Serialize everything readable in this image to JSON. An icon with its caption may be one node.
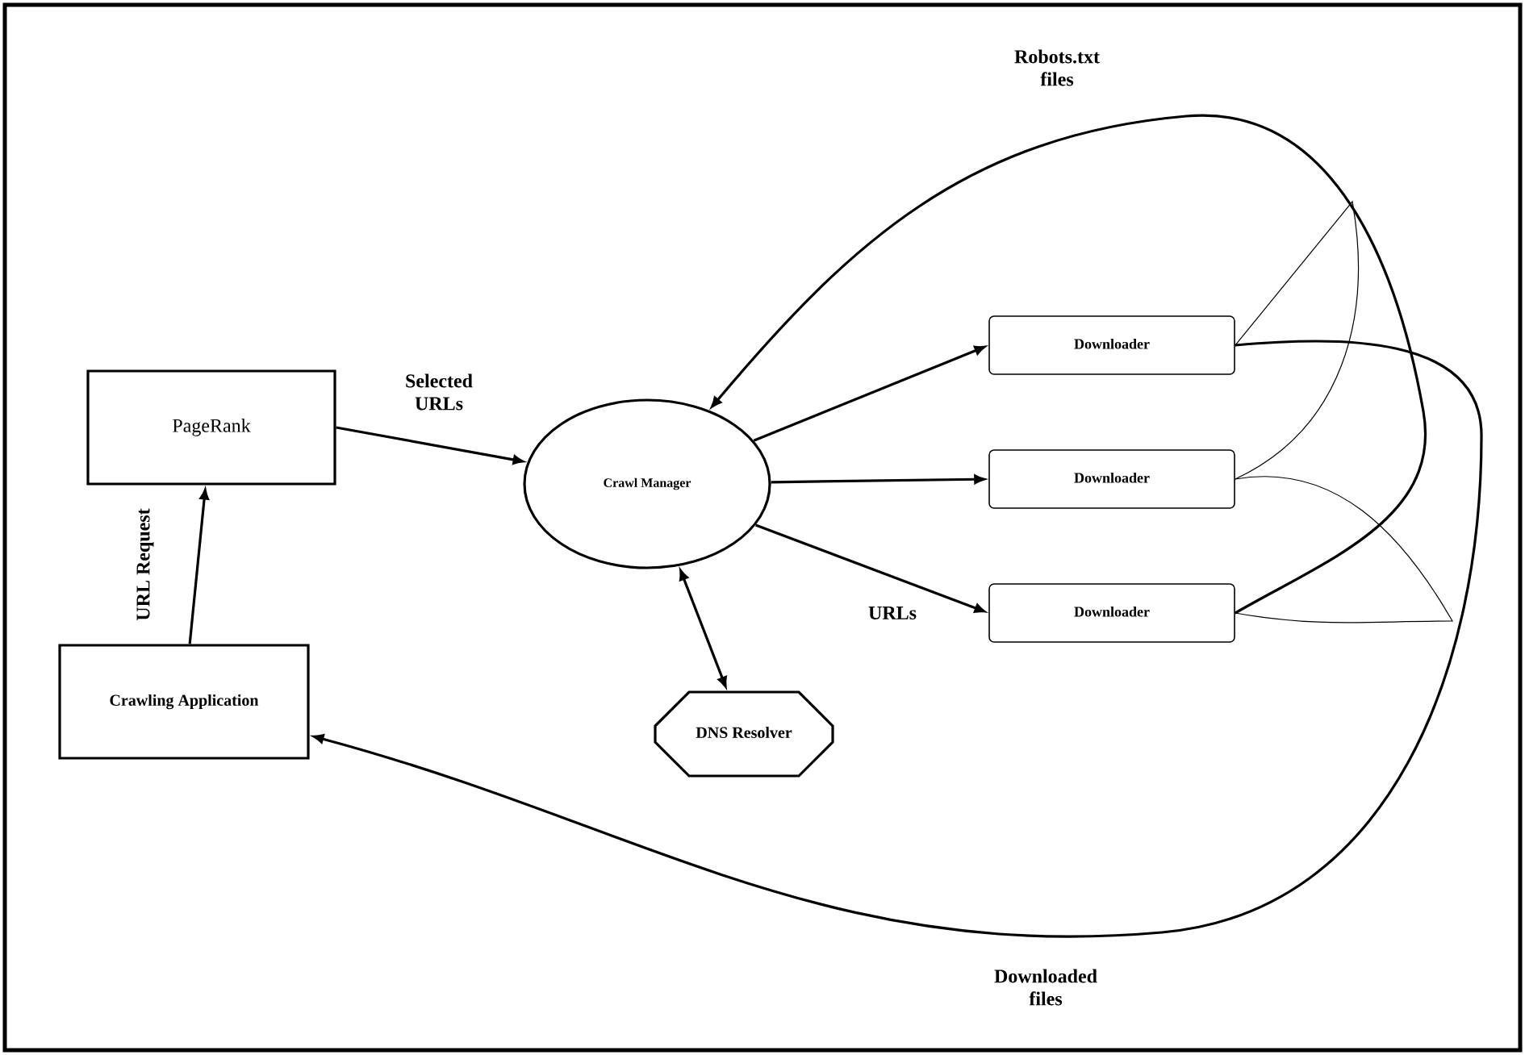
{
  "diagram": {
    "nodes": [
      {
        "text": [
          "PageRank"
        ]
      },
      {
        "text": [
          "Crawling Application"
        ]
      },
      {
        "text": [
          "Crawl Manager"
        ]
      },
      {
        "text": [
          "DNS Resolver"
        ]
      },
      {
        "text": [
          "Downloader"
        ]
      },
      {
        "text": [
          "Downloader"
        ]
      },
      {
        "text": [
          "Downloader"
        ]
      }
    ],
    "edges": [
      {
        "from": 1,
        "to": 0,
        "arrow": "to",
        "label": "URL Request"
      },
      {
        "from": 0,
        "to": 2,
        "arrow": "to",
        "label": "Selected URLs"
      },
      {
        "from": 2,
        "to": 4,
        "arrow": "to"
      },
      {
        "from": 2,
        "to": 5,
        "arrow": "to"
      },
      {
        "from": 2,
        "to": 6,
        "arrow": "to",
        "label": "URLs"
      },
      {
        "from": 2,
        "to": 3,
        "arrow": "both"
      },
      {
        "from": 6,
        "to": 2,
        "arrow": "to",
        "label": "Robots.txt files"
      },
      {
        "from": 4,
        "to": 1,
        "arrow": "to",
        "label": "Downloaded files"
      },
      {
        "from": 4,
        "to": 5,
        "arrow": "none"
      },
      {
        "from": 6,
        "to": 5,
        "arrow": "none"
      }
    ]
  }
}
